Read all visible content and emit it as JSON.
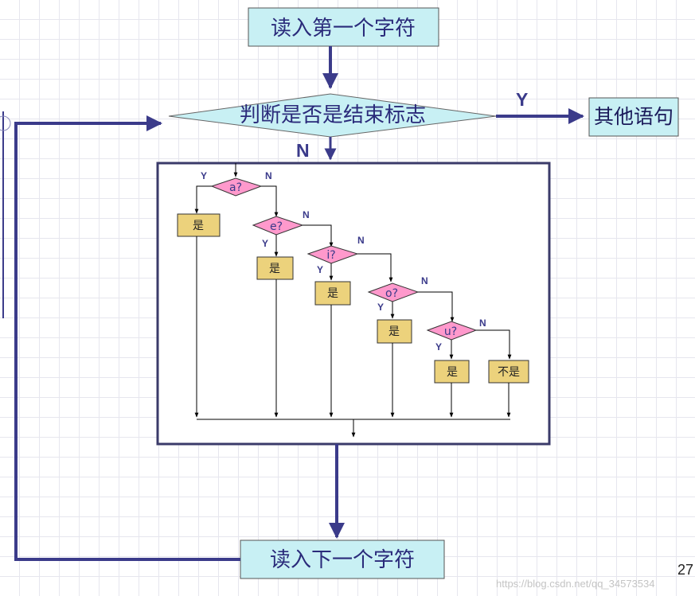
{
  "nodes": {
    "read_first": "读入第一个字符",
    "check_end": "判断是否是结束标志",
    "other_statement": "其他语句",
    "read_next": "读入下一个字符"
  },
  "labels": {
    "main_yes": "Y",
    "main_no": "N",
    "y": "Y",
    "n": "N"
  },
  "conditions": [
    "a?",
    "e?",
    "i?",
    "o?",
    "u?"
  ],
  "outcomes": {
    "yes": "是",
    "not": "不是"
  },
  "page_number": "27",
  "watermark": "https://blog.csdn.net/qq_34573534",
  "colors": {
    "arrow": "#3b3b8a",
    "box_fill": "#c8f0f4",
    "diamond_fill": "#ff99cc",
    "outcome_fill": "#ecd27c",
    "line": "#000000"
  }
}
